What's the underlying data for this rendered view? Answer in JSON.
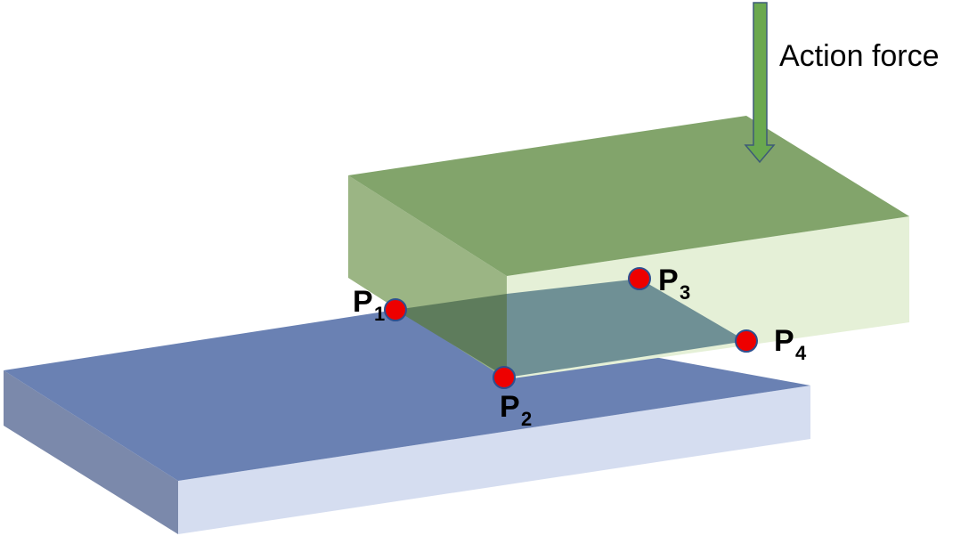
{
  "diagram": {
    "force_label": "Action force",
    "points": [
      {
        "letter": "P",
        "index": "1"
      },
      {
        "letter": "P",
        "index": "2"
      },
      {
        "letter": "P",
        "index": "3"
      },
      {
        "letter": "P",
        "index": "4"
      }
    ]
  },
  "colors": {
    "bottom_top": "#6a81b3",
    "bottom_front": "#d5ddf0",
    "bottom_left": "#7b89ab",
    "top_block_top": "#82a46b",
    "top_block_left": "#9bb584",
    "top_block_front": "#e5f0d7",
    "overlap_dark": "#5e7c5c",
    "overlap_light": "#6f9095",
    "arrow_fill": "#6aa84f",
    "arrow_stroke": "#3d5a78",
    "point_fill": "#ee0000",
    "point_stroke": "#2f4f8f"
  }
}
